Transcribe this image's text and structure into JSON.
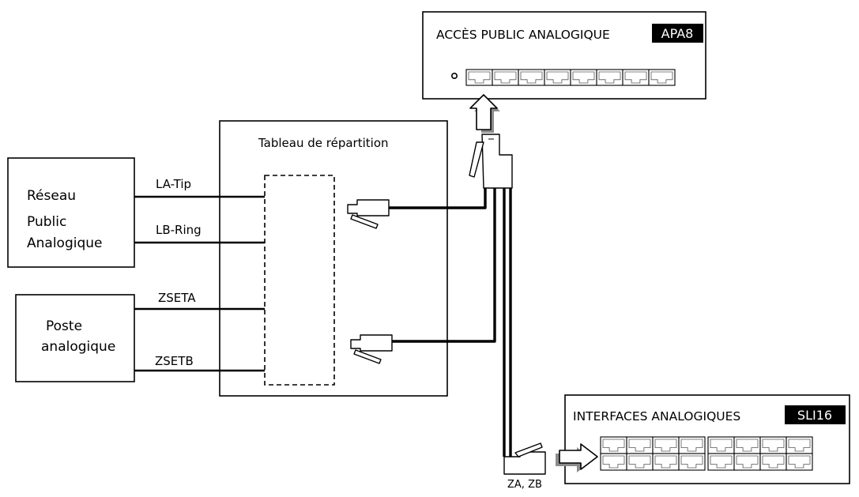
{
  "apa8_module": {
    "title": "ACCÈS PUBLIC ANALOGIQUE",
    "badge": "APA8",
    "port_count": 8
  },
  "sli16_module": {
    "title": "INTERFACES ANALOGIQUES",
    "badge": "SLI16",
    "port_count": 16
  },
  "distribution_board": {
    "title": "Tableau de répartition"
  },
  "public_network": {
    "lines": [
      "Réseau",
      "Public",
      "Analogique"
    ]
  },
  "analog_phone": {
    "lines": [
      "Poste",
      "analogique"
    ]
  },
  "wires": {
    "la": "LA-Tip",
    "lb": "LB-Ring",
    "zseta": "ZSETA",
    "zsetb": "ZSETB"
  },
  "connector_label": "ZA, ZB",
  "colors": {
    "line": "#000000",
    "badge_bg": "#000000",
    "badge_text": "#ffffff",
    "arrow_shadow": "#8c8c8c"
  }
}
